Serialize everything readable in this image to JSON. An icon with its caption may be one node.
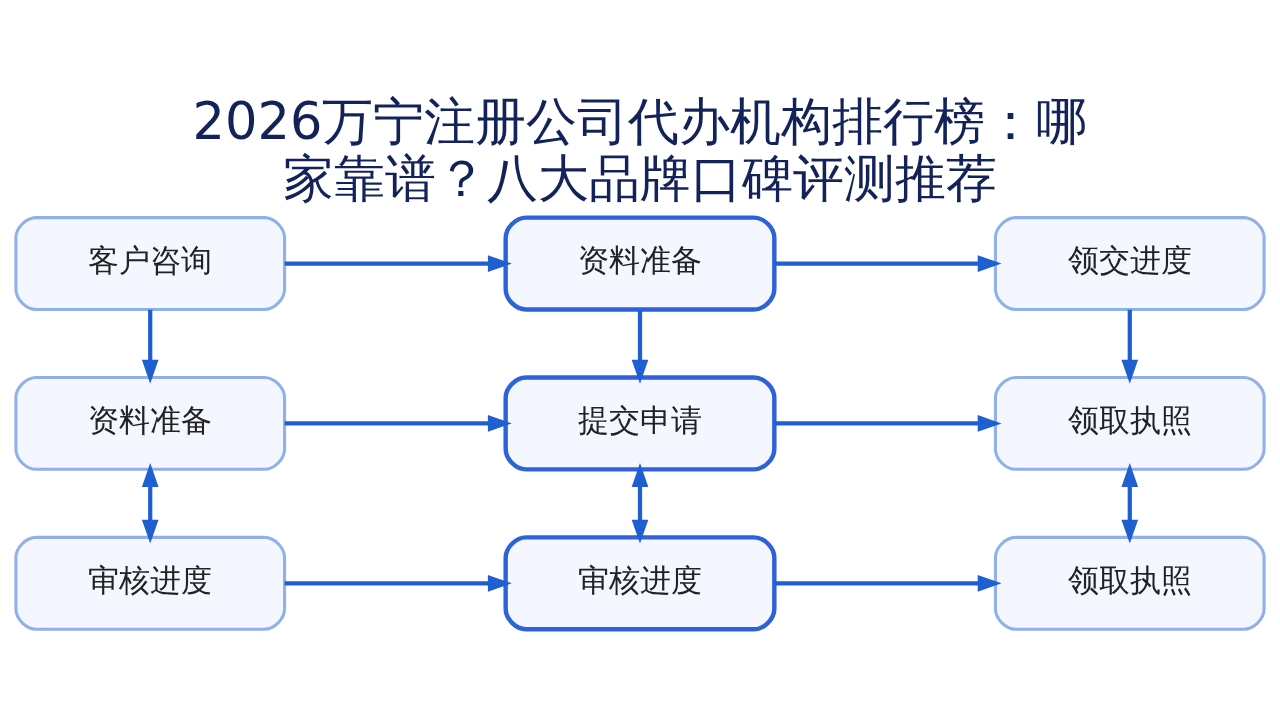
{
  "diagram": {
    "title": "2026万宁注册公司代办机构排行榜：哪家靠谱？八大品牌口碑评测推荐",
    "nodes": [
      {
        "text": [
          "客户咨询"
        ]
      },
      {
        "text": [
          "资料准备"
        ]
      },
      {
        "text": [
          "领交进度"
        ]
      },
      {
        "text": [
          "资料准备"
        ]
      },
      {
        "text": [
          "提交申请"
        ]
      },
      {
        "text": [
          "领取执照"
        ]
      },
      {
        "text": [
          "审核进度"
        ]
      },
      {
        "text": [
          "审核进度"
        ]
      },
      {
        "text": [
          "领取执照"
        ]
      }
    ],
    "edges": [
      {
        "from": 0,
        "to": 1,
        "arrow": "to"
      },
      {
        "from": 1,
        "to": 2,
        "arrow": "to"
      },
      {
        "from": 0,
        "to": 3,
        "arrow": "to"
      },
      {
        "from": 1,
        "to": 4,
        "arrow": "to"
      },
      {
        "from": 2,
        "to": 5,
        "arrow": "to"
      },
      {
        "from": 3,
        "to": 4,
        "arrow": "to"
      },
      {
        "from": 4,
        "to": 5,
        "arrow": "to"
      },
      {
        "from": 3,
        "to": 6,
        "arrow": "both"
      },
      {
        "from": 4,
        "to": 7,
        "arrow": "both"
      },
      {
        "from": 5,
        "to": 8,
        "arrow": "both"
      },
      {
        "from": 6,
        "to": 7,
        "arrow": "to"
      },
      {
        "from": 7,
        "to": 8,
        "arrow": "to"
      }
    ]
  }
}
